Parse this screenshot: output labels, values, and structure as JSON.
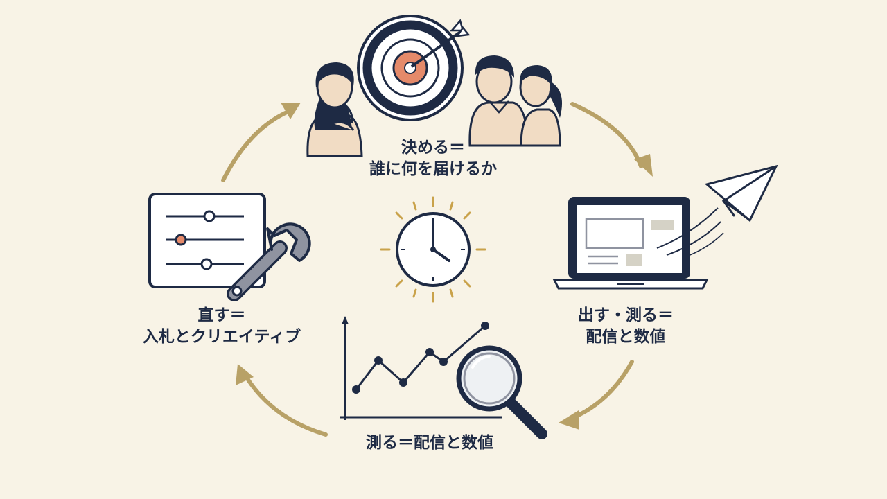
{
  "colors": {
    "background": "#f8f3e6",
    "ink": "#1e2a44",
    "arrow": "#b8a167",
    "accent": "#e58a6a",
    "skin": "#f1dcc4",
    "hair": "#1e2a44"
  },
  "steps": [
    {
      "id": "decide",
      "lines": [
        "決める＝",
        "誰に何を届けるか"
      ],
      "icons": [
        "target-icon",
        "people-icon"
      ]
    },
    {
      "id": "publish",
      "lines": [
        "出す・測る＝",
        "配信と数値"
      ],
      "icons": [
        "laptop-icon",
        "paper-plane-icon"
      ]
    },
    {
      "id": "measure",
      "lines": [
        "測る＝配信と数値"
      ],
      "icons": [
        "line-chart-icon",
        "magnifier-icon"
      ]
    },
    {
      "id": "fix",
      "lines": [
        "直す＝",
        "入札とクリエイティブ"
      ],
      "icons": [
        "sliders-icon",
        "wrench-icon"
      ]
    }
  ],
  "center_icon": "clock-icon",
  "cycle_arrows": 4
}
